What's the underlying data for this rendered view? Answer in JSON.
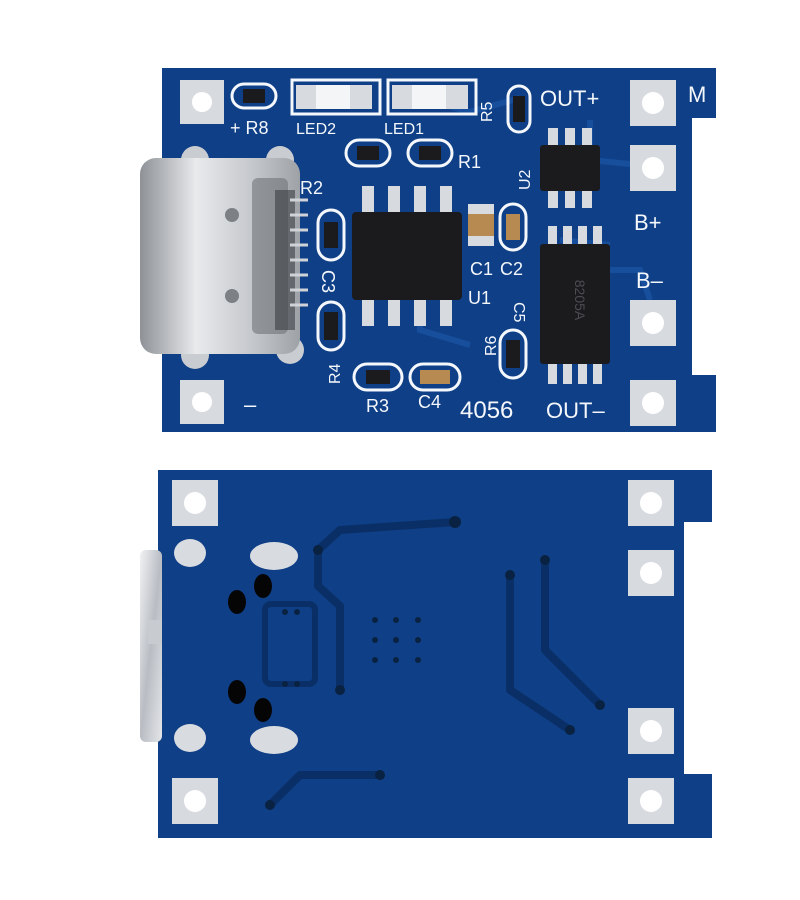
{
  "colors": {
    "pcb": "#0f3f86",
    "pcb_dark": "#0a2f66",
    "trace": "#174f9c",
    "silk": "#f4f7fb",
    "pad": "#d7dbe0",
    "chip": "#1b1b1d",
    "background": "#ffffff"
  },
  "front": {
    "labels": {
      "plus_r8": "+ R8",
      "led2": "LED2",
      "led1": "LED1",
      "r5": "R5",
      "out_plus": "OUT+",
      "m": "M",
      "r1": "R1",
      "r2": "R2",
      "u2": "U2",
      "c3": "C3",
      "c1": "C1",
      "c2": "C2",
      "u1": "U1",
      "b_plus": "B+",
      "b_minus": "B–",
      "c5": "C5",
      "r6": "R6",
      "r4": "R4",
      "r3": "R3",
      "c4": "C4",
      "model": "4056",
      "out_minus": "OUT–",
      "minus": "–"
    }
  },
  "back": {
    "description_hidden": ""
  }
}
